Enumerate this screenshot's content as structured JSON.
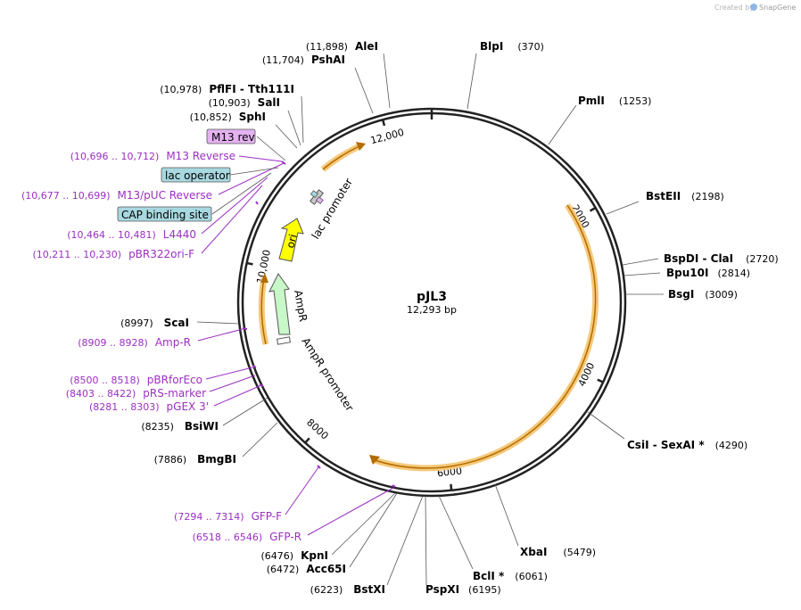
{
  "credit": {
    "text": "Created by",
    "brand": "SnapGene"
  },
  "map": {
    "name": "pJL3",
    "size_label": "12,293 bp"
  },
  "ticks": [
    {
      "label": "2000",
      "angle": 60
    },
    {
      "label": "4000",
      "angle": 115
    },
    {
      "label": "6000",
      "angle": 174
    },
    {
      "label": "8000",
      "angle": 222
    },
    {
      "label": "10,000",
      "angle": 282
    },
    {
      "label": "12,000",
      "angle": 345
    }
  ],
  "sites": [
    {
      "name": "AleI",
      "pos": "(11,898)",
      "order": "pos-first"
    },
    {
      "name": "PshAI",
      "pos": "(11,704)",
      "order": "pos-first"
    },
    {
      "name": "PflFI  - Tth111I",
      "pos": "(10,978)",
      "order": "pos-first"
    },
    {
      "name": "SalI",
      "pos": "(10,903)",
      "order": "pos-first"
    },
    {
      "name": "SphI",
      "pos": "(10,852)",
      "order": "pos-first"
    },
    {
      "name": "BlpI",
      "pos": "(370)",
      "order": "name-first"
    },
    {
      "name": "PmlI",
      "pos": "(1253)",
      "order": "name-first"
    },
    {
      "name": "BstEII",
      "pos": "(2198)",
      "order": "name-first"
    },
    {
      "name": "BspDI  - ClaI",
      "pos": "(2720)",
      "order": "name-first"
    },
    {
      "name": "Bpu10I",
      "pos": "(2814)",
      "order": "name-first"
    },
    {
      "name": "BsgI",
      "pos": "(3009)",
      "order": "name-first"
    },
    {
      "name": "CsiI  - SexAI *",
      "pos": "(4290)",
      "order": "name-first"
    },
    {
      "name": "XbaI",
      "pos": "(5479)",
      "order": "name-first"
    },
    {
      "name": "BclI *",
      "pos": "(6061)",
      "order": "name-first"
    },
    {
      "name": "PspXI",
      "pos": "(6195)",
      "order": "name-first"
    },
    {
      "name": "BstXI",
      "pos": "(6223)",
      "order": "pos-first"
    },
    {
      "name": "Acc65I",
      "pos": "(6472)",
      "order": "pos-first"
    },
    {
      "name": "KpnI",
      "pos": "(6476)",
      "order": "pos-first"
    },
    {
      "name": "BmgBI",
      "pos": "(7886)",
      "order": "pos-first"
    },
    {
      "name": "BsiWI",
      "pos": "(8235)",
      "order": "pos-first"
    },
    {
      "name": "ScaI",
      "pos": "(8997)",
      "order": "pos-first"
    }
  ],
  "primers": [
    {
      "name": "M13 Reverse",
      "range": "(10,696 .. 10,712)"
    },
    {
      "name": "M13/pUC Reverse",
      "range": "(10,677 .. 10,699)"
    },
    {
      "name": "L4440",
      "range": "(10,464 .. 10,481)"
    },
    {
      "name": "pBR322ori-F",
      "range": "(10,211 .. 10,230)"
    },
    {
      "name": "Amp-R",
      "range": "(8909 .. 8928)"
    },
    {
      "name": "pBRforEco",
      "range": "(8500 .. 8518)"
    },
    {
      "name": "pRS-marker",
      "range": "(8403 .. 8422)"
    },
    {
      "name": "pGEX 3'",
      "range": "(8281 .. 8303)"
    },
    {
      "name": "GFP-F",
      "range": "(7294 .. 7314)"
    },
    {
      "name": "GFP-R",
      "range": "(6518 .. 6546)"
    }
  ],
  "boxed_features": [
    {
      "name": "M13 rev",
      "color": "#e4b2f0"
    },
    {
      "name": "lac operator",
      "color": "#a8d8e0"
    },
    {
      "name": "CAP binding site",
      "color": "#a8d8e0"
    }
  ],
  "features": [
    {
      "name": "ori",
      "color": "#ffff00"
    },
    {
      "name": "AmpR",
      "color": "#c8f7c8"
    },
    {
      "name": "AmpR promoter"
    },
    {
      "name": "lac promoter"
    }
  ],
  "colors": {
    "primer": "#9b2fc2",
    "orf_arc": "#f5c97a",
    "orf_arc_core": "#b36b00",
    "backbone": "#222222"
  }
}
